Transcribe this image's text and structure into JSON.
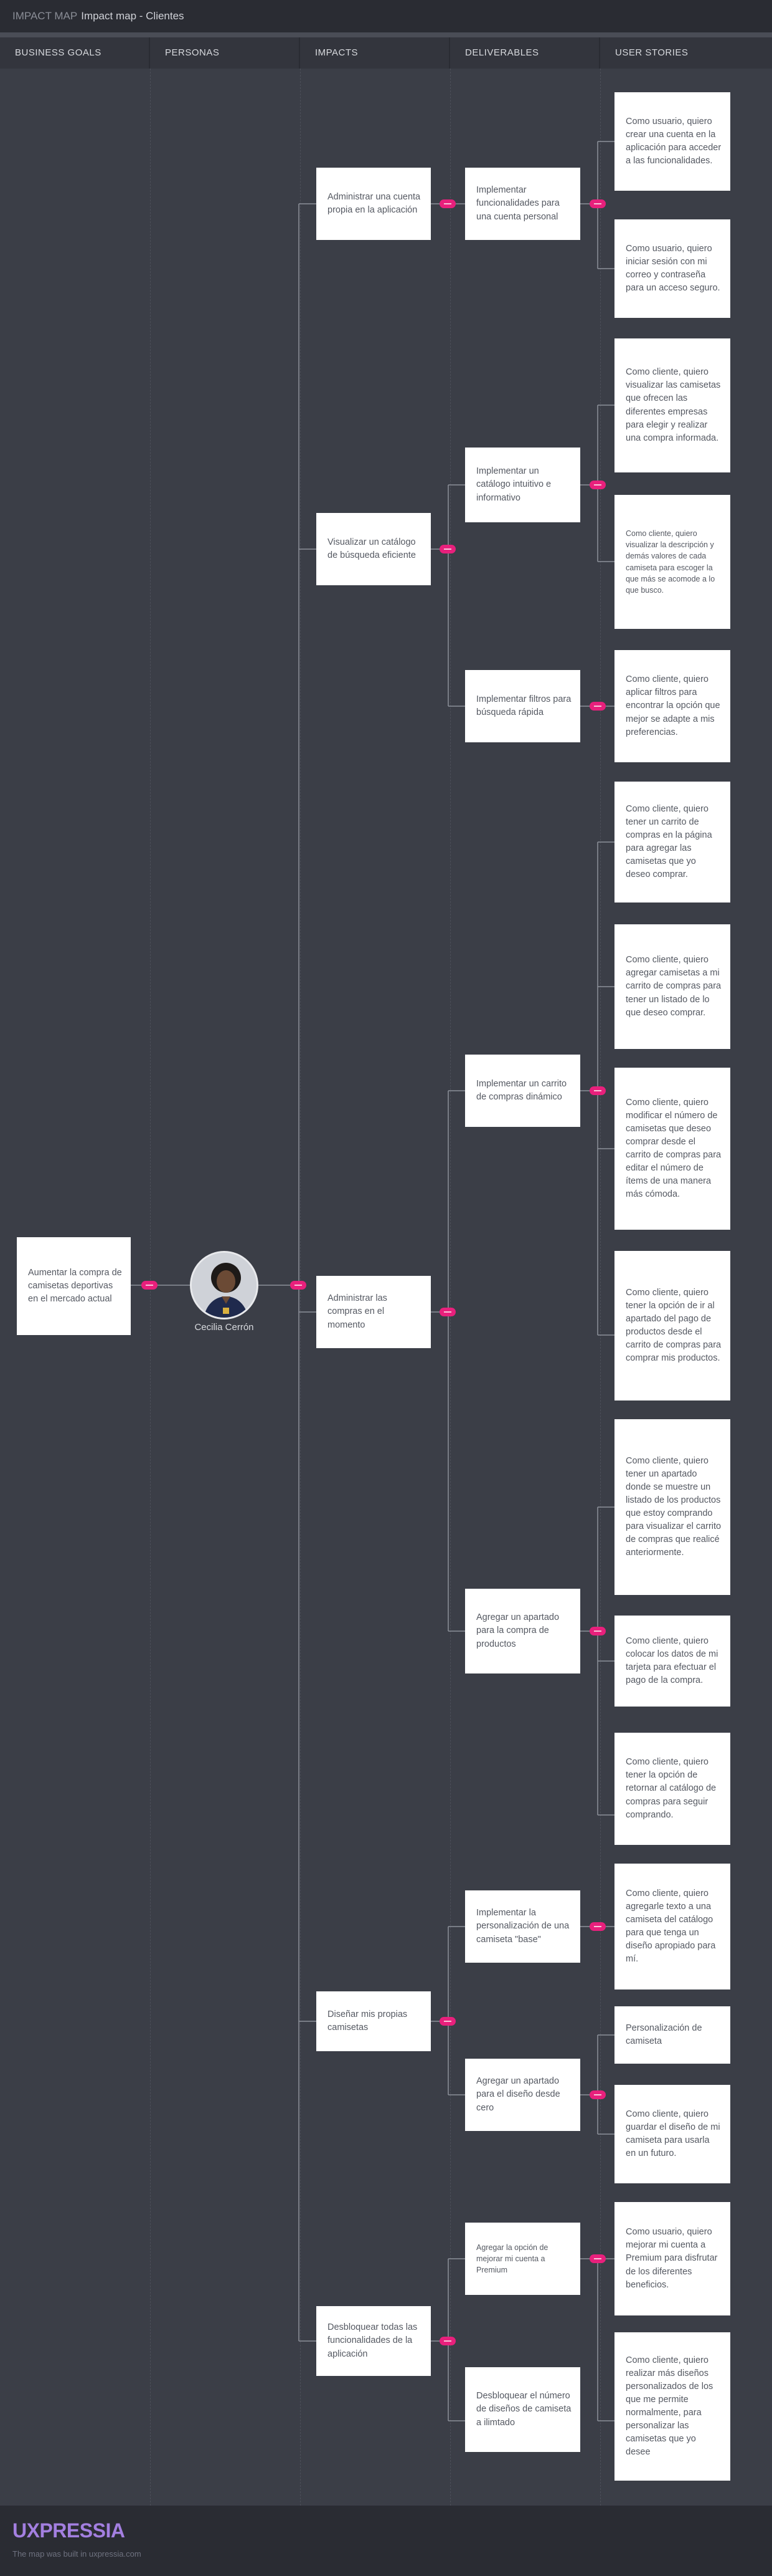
{
  "header": {
    "prefix": "IMPACT MAP",
    "title": "Impact map - Clientes"
  },
  "columns": [
    "BUSINESS GOALS",
    "PERSONAS",
    "IMPACTS",
    "DELIVERABLES",
    "USER STORIES"
  ],
  "goal": "Aumentar la compra de camisetas deportivas en el mercado actual",
  "persona": {
    "name": "Cecilia Cerrón"
  },
  "impacts": [
    "Administrar una cuenta propia en la aplicación",
    "Visualizar un catálogo de búsqueda eficiente",
    "Administrar las compras en el momento",
    "Diseñar mis propias camisetas",
    "Desbloquear todas las funcionalidades de la aplicación"
  ],
  "deliverables": [
    "Implementar funcionalidades para una cuenta personal",
    "Implementar un catálogo intuitivo e informativo",
    "Implementar filtros para búsqueda rápida",
    "Implementar un carrito de compras dinámico",
    "Agregar un apartado para la compra de productos",
    "Implementar la personalización de una camiseta \"base\"",
    "Agregar un apartado para el diseño desde cero",
    "Agregar la opción de mejorar mi cuenta a Premium",
    "Desbloquear el número de diseños de camiseta a ilimtado"
  ],
  "stories": [
    "Como usuario, quiero crear una cuenta en la aplicación para acceder a las funcionalidades.",
    "Como usuario, quiero iniciar sesión con mi correo y contraseña para un acceso seguro.",
    "Como cliente, quiero visualizar las camisetas que ofrecen las diferentes empresas para elegir y realizar una compra informada.",
    "Como cliente, quiero visualizar la descripción y demás valores de cada camiseta para escoger la que más se acomode a lo que busco.",
    "Como cliente, quiero aplicar filtros para encontrar la opción que mejor se adapte a mis preferencias.",
    "Como cliente, quiero tener un carrito de compras en la página para agregar las camisetas que yo deseo comprar.",
    "Como cliente, quiero agregar camisetas a mi carrito de compras para tener un listado de lo que deseo comprar.",
    "Como cliente, quiero modificar el número de camisetas que deseo comprar desde el carrito de compras para editar el número de ítems de una manera más cómoda.",
    "Como cliente, quiero tener la opción de ir al apartado del pago de productos desde el carrito de compras para comprar mis productos.",
    "Como cliente, quiero tener un apartado donde se muestre un listado de los productos que estoy comprando para visualizar el carrito de compras que realicé anteriormente.",
    "Como cliente, quiero colocar los datos de mi tarjeta para efectuar el pago de la compra.",
    "Como cliente, quiero tener la opción de retornar al catálogo de compras para seguir comprando.",
    "Como cliente, quiero agregarle texto a una camiseta del catálogo para que tenga un diseño apropiado para mí.",
    "Personalización de camiseta",
    "Como cliente, quiero guardar el diseño de mi camiseta para usarla en un futuro.",
    "Como usuario, quiero mejorar mi cuenta a Premium para disfrutar de los diferentes beneficios.",
    "Como cliente, quiero realizar más diseños personalizados de los que me permite normalmente, para personalizar las camisetas que yo desee"
  ],
  "footer": {
    "brand": "UXPRESSIA",
    "tagline": "The map was built in uxpressia.com"
  },
  "colors": {
    "accent": "#e8207c",
    "brand": "#a37fe0",
    "background": "#3b3e47"
  }
}
